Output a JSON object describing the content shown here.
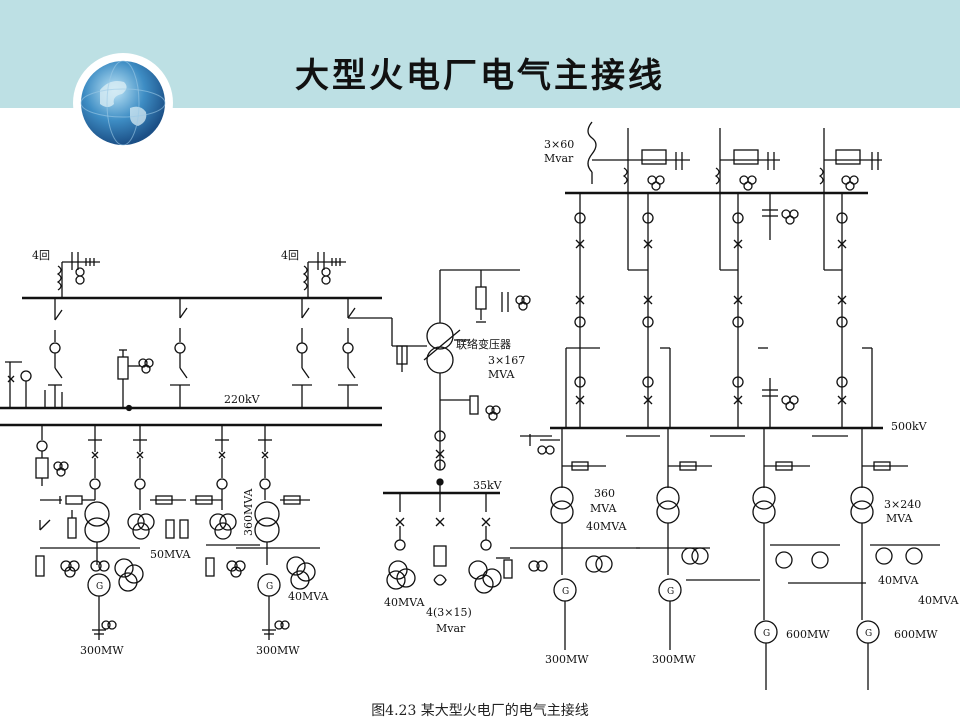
{
  "slide": {
    "title": "大型火电厂电气主接线"
  },
  "diagram": {
    "labels": {
      "return_left": "4回",
      "return_right": "4回",
      "bus_220": "220kV",
      "bus_500": "500kV",
      "bus_35": "35kV",
      "tie_transformer": "联络变压器",
      "tie_rating": "3×167",
      "tie_unit": "MVA",
      "reactor_rating": "3×60",
      "reactor_unit": "Mvar",
      "rating_50mva": "50MVA",
      "rating_360mva_vertical": "360MVA",
      "rating_40mva_left": "40MVA",
      "rating_40mva_35kv": "40MVA",
      "comp_rating": "4(3×15)",
      "comp_unit": "Mvar",
      "gen_300mw_1": "300MW",
      "gen_300mw_2": "300MW",
      "gen_300mw_3": "300MW",
      "gen_300mw_4": "300MW",
      "gen_600mw_1": "600MW",
      "gen_600mw_2": "600MW",
      "rating_360_a": "360",
      "rating_360_b": "MVA",
      "rating_40mva_mid": "40MVA",
      "rating_3x240": "3×240",
      "rating_3x240_unit": "MVA",
      "rating_40mva_right1": "40MVA",
      "rating_40mva_right2": "40MVA",
      "gen_symbol": "G"
    },
    "caption": "图4.23   某大型火电厂的电气主接线"
  }
}
